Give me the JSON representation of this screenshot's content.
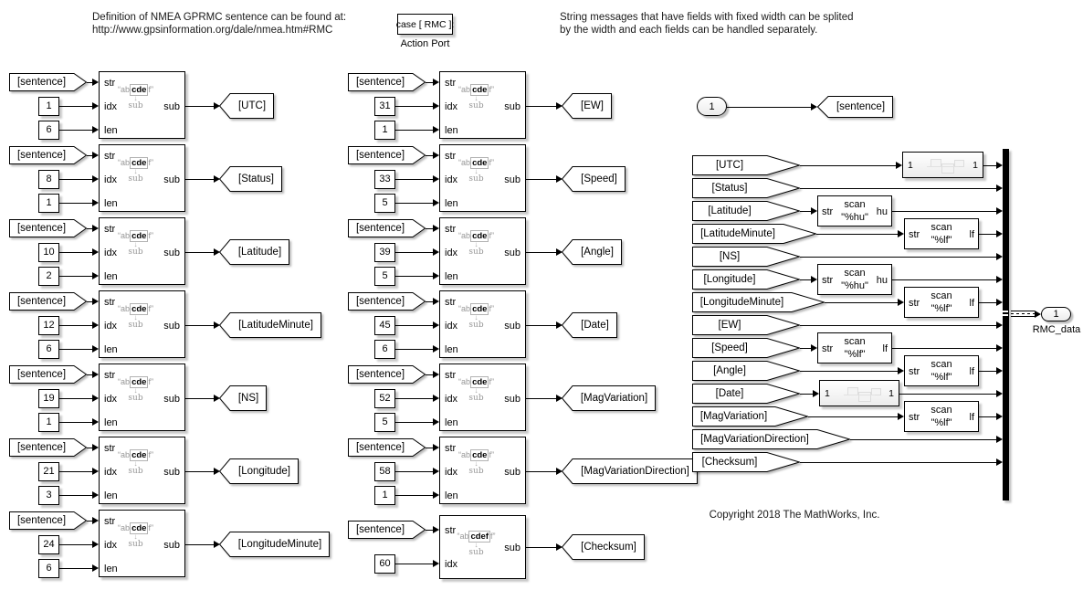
{
  "annotations": {
    "top_left_line1": "Definition of NMEA GPRMC sentence can be found at:",
    "top_left_line2": "http://www.gpsinformation.org/dale/nmea.htm#RMC",
    "top_right_line1": "String messages that have fields with fixed width can be splited",
    "top_right_line2": "by the width and each fields can be handled separately.",
    "copyright": "Copyright 2018 The MathWorks, Inc."
  },
  "action_port": {
    "label": "case [ RMC ]:",
    "caption": "Action Port"
  },
  "source": {
    "inport_label": "1",
    "goto_tag": "[sentence]"
  },
  "substring": {
    "in_ports": [
      "str",
      "idx",
      "len"
    ],
    "out_port": "sub",
    "icon": {
      "open": "“",
      "pre": "ab",
      "mid": "cde",
      "post": "f",
      "close": "”",
      "arrow": "↓",
      "sub": "sub"
    }
  },
  "columns": [
    {
      "rows": [
        {
          "from": "[sentence]",
          "idx": "1",
          "len": "6",
          "goto": "[UTC]"
        },
        {
          "from": "[sentence]",
          "idx": "8",
          "len": "1",
          "goto": "[Status]"
        },
        {
          "from": "[sentence]",
          "idx": "10",
          "len": "2",
          "goto": "[Latitude]"
        },
        {
          "from": "[sentence]",
          "idx": "12",
          "len": "6",
          "goto": "[LatitudeMinute]"
        },
        {
          "from": "[sentence]",
          "idx": "19",
          "len": "1",
          "goto": "[NS]"
        },
        {
          "from": "[sentence]",
          "idx": "21",
          "len": "3",
          "goto": "[Longitude]"
        },
        {
          "from": "[sentence]",
          "idx": "24",
          "len": "6",
          "goto": "[LongitudeMinute]"
        }
      ]
    },
    {
      "rows": [
        {
          "from": "[sentence]",
          "idx": "31",
          "len": "1",
          "goto": "[EW]"
        },
        {
          "from": "[sentence]",
          "idx": "33",
          "len": "5",
          "goto": "[Speed]"
        },
        {
          "from": "[sentence]",
          "idx": "39",
          "len": "5",
          "goto": "[Angle]"
        },
        {
          "from": "[sentence]",
          "idx": "45",
          "len": "6",
          "goto": "[Date]"
        },
        {
          "from": "[sentence]",
          "idx": "52",
          "len": "5",
          "goto": "[MagVariation]"
        },
        {
          "from": "[sentence]",
          "idx": "58",
          "len": "1",
          "goto": "[MagVariationDirection]"
        },
        {
          "from": "[sentence]",
          "idx": "60",
          "len": null,
          "goto": "[Checksum]",
          "icon_mid": "cdef"
        }
      ]
    }
  ],
  "right_panel": {
    "rows": [
      {
        "tag": "[UTC]",
        "proc": "subsystem",
        "pos": "far"
      },
      {
        "tag": "[Status]",
        "proc": "none"
      },
      {
        "tag": "[Latitude]",
        "proc": "scan",
        "format": "\"%hu\"",
        "out": "hu",
        "pos": "near"
      },
      {
        "tag": "[LatitudeMinute]",
        "proc": "scan",
        "format": "\"%lf\"",
        "out": "lf",
        "pos": "far"
      },
      {
        "tag": "[NS]",
        "proc": "none"
      },
      {
        "tag": "[Longitude]",
        "proc": "scan",
        "format": "\"%hu\"",
        "out": "hu",
        "pos": "near"
      },
      {
        "tag": "[LongitudeMinute]",
        "proc": "scan",
        "format": "\"%lf\"",
        "out": "lf",
        "pos": "far"
      },
      {
        "tag": "[EW]",
        "proc": "none"
      },
      {
        "tag": "[Speed]",
        "proc": "scan",
        "format": "\"%lf\"",
        "out": "lf",
        "pos": "near"
      },
      {
        "tag": "[Angle]",
        "proc": "scan",
        "format": "\"%lf\"",
        "out": "lf",
        "pos": "far"
      },
      {
        "tag": "[Date]",
        "proc": "subsystem",
        "pos": "near"
      },
      {
        "tag": "[MagVariation]",
        "proc": "scan",
        "format": "\"%lf\"",
        "out": "lf",
        "pos": "far"
      },
      {
        "tag": "[MagVariationDirection]",
        "proc": "none"
      },
      {
        "tag": "[Checksum]",
        "proc": "none"
      }
    ],
    "scan_block": {
      "title": "scan",
      "in": "str"
    },
    "subsystem": {
      "in": "1",
      "out": "1"
    },
    "outport": {
      "number": "1",
      "label": "RMC_data"
    }
  },
  "colors": {
    "line": "#000000",
    "block_fill": "#ffffff",
    "icon_gray": "#979797"
  }
}
